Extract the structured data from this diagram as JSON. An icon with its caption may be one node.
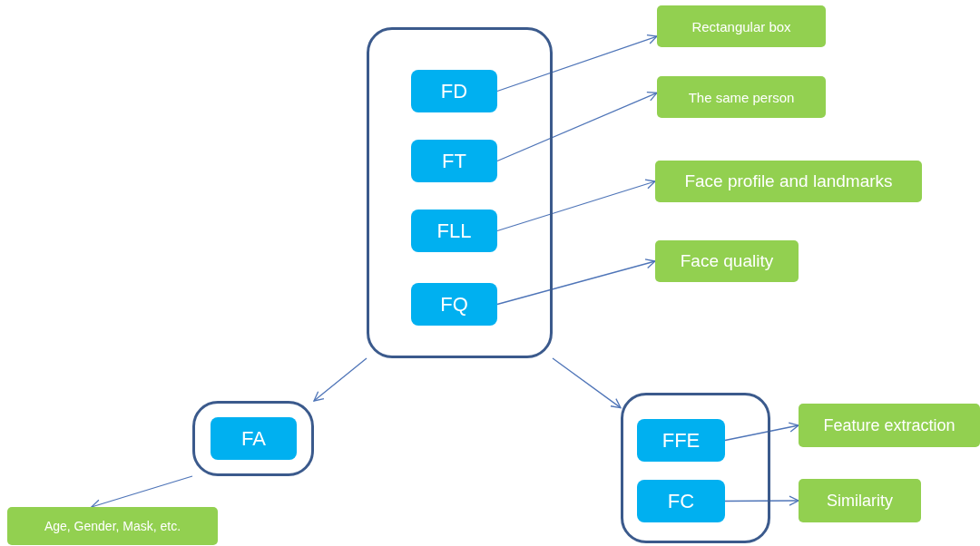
{
  "diagram": {
    "nodes": [
      {
        "text": [],
        "shape": "box"
      },
      {
        "text": [
          "FD"
        ],
        "in": 0
      },
      {
        "text": [
          "FT"
        ],
        "in": 0
      },
      {
        "text": [
          "FLL"
        ],
        "in": 0
      },
      {
        "text": [
          "FQ"
        ],
        "in": 0
      },
      {
        "text": [
          "Rectangular box"
        ]
      },
      {
        "text": [
          "The same person"
        ]
      },
      {
        "text": [
          "Face profile and landmarks"
        ]
      },
      {
        "text": [
          "Face quality"
        ]
      },
      {
        "text": [],
        "shape": "box"
      },
      {
        "text": [
          "FA"
        ],
        "in": 9
      },
      {
        "text": [
          "Age, Gender, Mask, etc."
        ]
      },
      {
        "text": [],
        "shape": "box"
      },
      {
        "text": [
          "FFE"
        ],
        "in": 12
      },
      {
        "text": [
          "FC"
        ],
        "in": 12
      },
      {
        "text": [
          "Feature extraction"
        ]
      },
      {
        "text": [
          "Similarity"
        ]
      }
    ],
    "edges": [
      {
        "from": 1,
        "to": 5,
        "arrow": "to"
      },
      {
        "from": 2,
        "to": 6,
        "arrow": "to"
      },
      {
        "from": 3,
        "to": 7,
        "arrow": "to"
      },
      {
        "from": 4,
        "to": 8,
        "arrow": "to"
      },
      {
        "from": 0,
        "to": 9,
        "arrow": "to"
      },
      {
        "from": 0,
        "to": 12,
        "arrow": "to"
      },
      {
        "from": 9,
        "to": 11,
        "arrow": "to"
      },
      {
        "from": 13,
        "to": 15,
        "arrow": "to"
      },
      {
        "from": 14,
        "to": 16,
        "arrow": "to"
      }
    ]
  }
}
